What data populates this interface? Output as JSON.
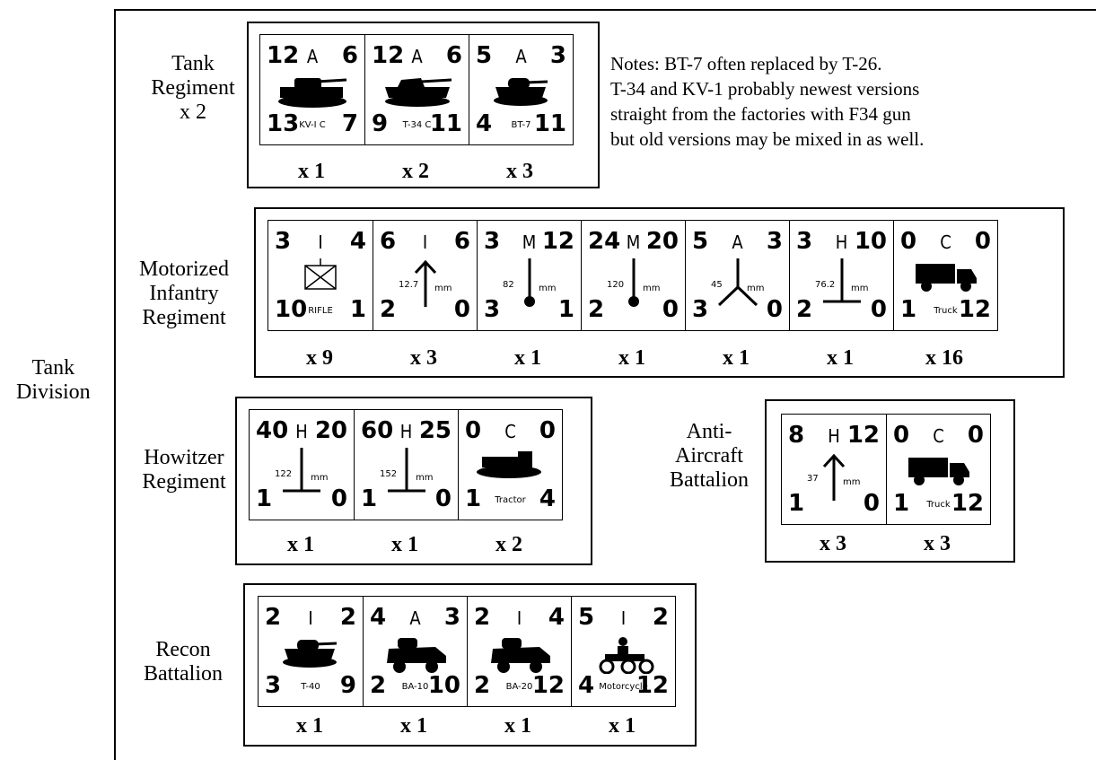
{
  "division": "Tank\nDivision",
  "tank_regiment": {
    "label": "Tank\nRegiment\nx 2",
    "counters": [
      {
        "tl": "12",
        "tc": "A",
        "tr": "6",
        "bl": "13",
        "br": "7",
        "name": "KV-I C",
        "icon": "heavy-tank-icon",
        "mult": "x 1"
      },
      {
        "tl": "12",
        "tc": "A",
        "tr": "6",
        "bl": "9",
        "br": "11",
        "name": "T-34 C",
        "icon": "medium-tank-icon",
        "mult": "x 2"
      },
      {
        "tl": "5",
        "tc": "A",
        "tr": "3",
        "bl": "4",
        "br": "11",
        "name": "BT-7",
        "icon": "light-tank-icon",
        "mult": "x 3"
      }
    ],
    "notes": "Notes: BT-7 often replaced by T-26.\nT-34 and KV-1 probably newest versions\nstraight from the factories with F34 gun\nbut old versions may be mixed in as well."
  },
  "motorized_regiment": {
    "label": "Motorized\nInfantry\nRegiment",
    "counters": [
      {
        "tl": "3",
        "tc": "I",
        "tr": "4",
        "bl": "10",
        "br": "1",
        "name": "RIFLE",
        "icon": "infantry-symbol-icon",
        "mult": "x 9"
      },
      {
        "tl": "6",
        "tc": "I",
        "tr": "6",
        "bl": "2",
        "br": "0",
        "caliber": "12.7",
        "unit": "mm",
        "icon": "aa-mg-icon",
        "mult": "x 3"
      },
      {
        "tl": "3",
        "tc": "M",
        "tr": "12",
        "bl": "3",
        "br": "1",
        "caliber": "82",
        "unit": "mm",
        "icon": "mortar-icon",
        "mult": "x 1"
      },
      {
        "tl": "24",
        "tc": "M",
        "tr": "20",
        "bl": "2",
        "br": "0",
        "caliber": "120",
        "unit": "mm",
        "icon": "mortar-icon",
        "mult": "x 1"
      },
      {
        "tl": "5",
        "tc": "A",
        "tr": "3",
        "bl": "3",
        "br": "0",
        "caliber": "45",
        "unit": "mm",
        "icon": "at-gun-icon",
        "mult": "x 1"
      },
      {
        "tl": "3",
        "tc": "H",
        "tr": "10",
        "bl": "2",
        "br": "0",
        "caliber": "76.2",
        "unit": "mm",
        "icon": "infantry-gun-icon",
        "mult": "x 1"
      },
      {
        "tl": "0",
        "tc": "C",
        "tr": "0",
        "bl": "1",
        "br": "12",
        "name": "Truck",
        "icon": "truck-icon",
        "mult": "x 16"
      }
    ]
  },
  "howitzer_regiment": {
    "label": "Howitzer\nRegiment",
    "counters": [
      {
        "tl": "40",
        "tc": "H",
        "tr": "20",
        "bl": "1",
        "br": "0",
        "caliber": "122",
        "unit": "mm",
        "icon": "howitzer-icon",
        "mult": "x 1"
      },
      {
        "tl": "60",
        "tc": "H",
        "tr": "25",
        "bl": "1",
        "br": "0",
        "caliber": "152",
        "unit": "mm",
        "icon": "howitzer-icon",
        "mult": "x 1"
      },
      {
        "tl": "0",
        "tc": "C",
        "tr": "0",
        "bl": "1",
        "br": "4",
        "name": "Tractor",
        "icon": "tractor-icon",
        "mult": "x 2"
      }
    ]
  },
  "aa_battalion": {
    "label": "Anti-\nAircraft\nBattalion",
    "counters": [
      {
        "tl": "8",
        "tc": "H",
        "tr": "12",
        "bl": "1",
        "br": "0",
        "caliber": "37",
        "unit": "mm",
        "icon": "aa-gun-icon",
        "mult": "x 3"
      },
      {
        "tl": "0",
        "tc": "C",
        "tr": "0",
        "bl": "1",
        "br": "12",
        "name": "Truck",
        "icon": "truck-icon",
        "mult": "x 3"
      }
    ]
  },
  "recon_battalion": {
    "label": "Recon\nBattalion",
    "counters": [
      {
        "tl": "2",
        "tc": "I",
        "tr": "2",
        "bl": "3",
        "br": "9",
        "name": "T-40",
        "icon": "light-tank-icon",
        "mult": "x 1"
      },
      {
        "tl": "4",
        "tc": "A",
        "tr": "3",
        "bl": "2",
        "br": "10",
        "name": "BA-10",
        "icon": "armored-car-icon",
        "mult": "x 1"
      },
      {
        "tl": "2",
        "tc": "I",
        "tr": "4",
        "bl": "2",
        "br": "12",
        "name": "BA-20",
        "icon": "armored-car-icon",
        "mult": "x 1"
      },
      {
        "tl": "5",
        "tc": "I",
        "tr": "2",
        "bl": "4",
        "br": "12",
        "name": "Motorcycle",
        "icon": "motorcycle-icon",
        "mult": "x 1"
      }
    ]
  }
}
